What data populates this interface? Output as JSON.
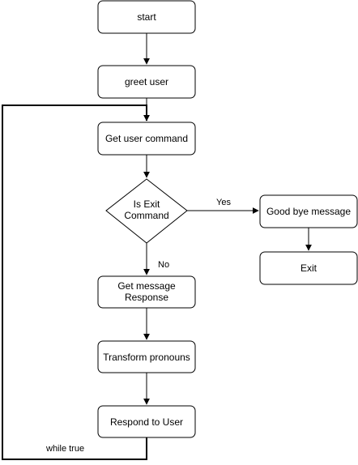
{
  "nodes": {
    "start": "start",
    "greet": "greet user",
    "get_command": "Get user command",
    "is_exit": [
      "Is Exit",
      "Command"
    ],
    "goodbye": "Good bye message",
    "exit": "Exit",
    "get_response": [
      "Get message",
      "Response"
    ],
    "transform": "Transform pronouns",
    "respond": "Respond to User"
  },
  "edges": {
    "yes_label": "Yes",
    "no_label": "No",
    "loop_label": "while true"
  }
}
